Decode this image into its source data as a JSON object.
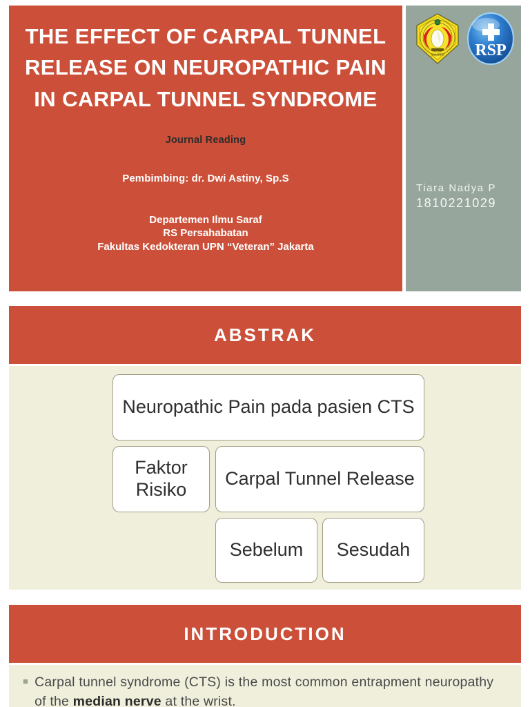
{
  "slide_title": {
    "heading": "THE EFFECT OF CARPAL TUNNEL RELEASE ON NEUROPATHIC PAIN IN CARPAL TUNNEL SYNDROME",
    "journal_reading": "Journal Reading",
    "advisor": "Pembimbing: dr. Dwi Astiny, Sp.S",
    "department_line1": "Departemen Ilmu Saraf",
    "department_line2": "RS Persahabatan",
    "department_line3": "Fakultas Kedokteran UPN “Veteran” Jakarta",
    "logos": [
      {
        "name": "upn-veteran-jakarta-logo",
        "caption": "UNIVERSITAS PEMBANGUNAN NASIONAL “VETERAN” JAKARTA"
      },
      {
        "name": "rsp-logo",
        "caption": "RSP"
      }
    ],
    "author_name": "Tiara Nadya P",
    "author_id": "1810221029"
  },
  "abstrak": {
    "banner_title": "ABSTRAK",
    "boxes": {
      "neuropathic": "Neuropathic Pain pada pasien CTS",
      "faktor_risiko": "Faktor Risiko",
      "carpal_tunnel_release": "Carpal Tunnel Release",
      "sebelum": "Sebelum",
      "sesudah": "Sesudah"
    }
  },
  "introduction": {
    "banner_title": "INTRODUCTION",
    "bullets": [
      {
        "prefix": "Carpal tunnel syndrome (CTS) is the most common entrapment neuropathy of the ",
        "bold": "median nerve",
        "suffix": " at the wrist."
      }
    ]
  },
  "colors": {
    "accent_red": "#CC5039",
    "panel_gray": "#96A69D",
    "body_cream": "#EFEFDC",
    "box_border": "#A39C86",
    "page_background": "#FFFFFF"
  }
}
